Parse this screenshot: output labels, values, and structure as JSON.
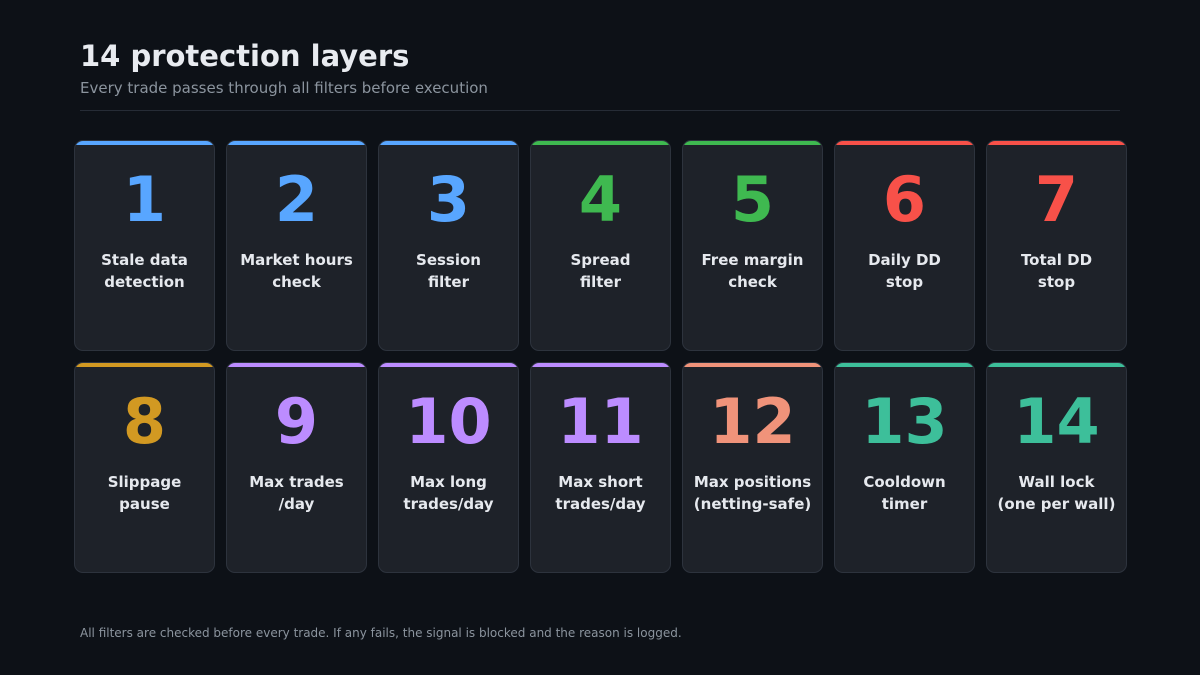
{
  "header": {
    "title": "14 protection layers",
    "subtitle": "Every trade passes through all filters before execution"
  },
  "cards": [
    {
      "number": "1",
      "lines": [
        "Stale data",
        "detection"
      ],
      "color": "#58a6ff"
    },
    {
      "number": "2",
      "lines": [
        "Market hours",
        "check"
      ],
      "color": "#58a6ff"
    },
    {
      "number": "3",
      "lines": [
        "Session",
        "filter"
      ],
      "color": "#58a6ff"
    },
    {
      "number": "4",
      "lines": [
        "Spread",
        "filter"
      ],
      "color": "#3fb950"
    },
    {
      "number": "5",
      "lines": [
        "Free margin",
        "check"
      ],
      "color": "#3fb950"
    },
    {
      "number": "6",
      "lines": [
        "Daily DD",
        "stop"
      ],
      "color": "#f85149"
    },
    {
      "number": "7",
      "lines": [
        "Total DD",
        "stop"
      ],
      "color": "#f85149"
    },
    {
      "number": "8",
      "lines": [
        "Slippage",
        "pause"
      ],
      "color": "#d29922"
    },
    {
      "number": "9",
      "lines": [
        "Max trades",
        "/day"
      ],
      "color": "#bc8cff"
    },
    {
      "number": "10",
      "lines": [
        "Max long",
        "trades/day"
      ],
      "color": "#bc8cff"
    },
    {
      "number": "11",
      "lines": [
        "Max short",
        "trades/day"
      ],
      "color": "#bc8cff"
    },
    {
      "number": "12",
      "lines": [
        "Max positions",
        "(netting-safe)"
      ],
      "color": "#f0937a"
    },
    {
      "number": "13",
      "lines": [
        "Cooldown",
        "timer"
      ],
      "color": "#3dbf9a"
    },
    {
      "number": "14",
      "lines": [
        "Wall lock",
        "(one per wall)"
      ],
      "color": "#3dbf9a"
    }
  ],
  "footer": {
    "note": "All filters are checked before every trade. If any fails, the signal is blocked and the reason is logged."
  }
}
